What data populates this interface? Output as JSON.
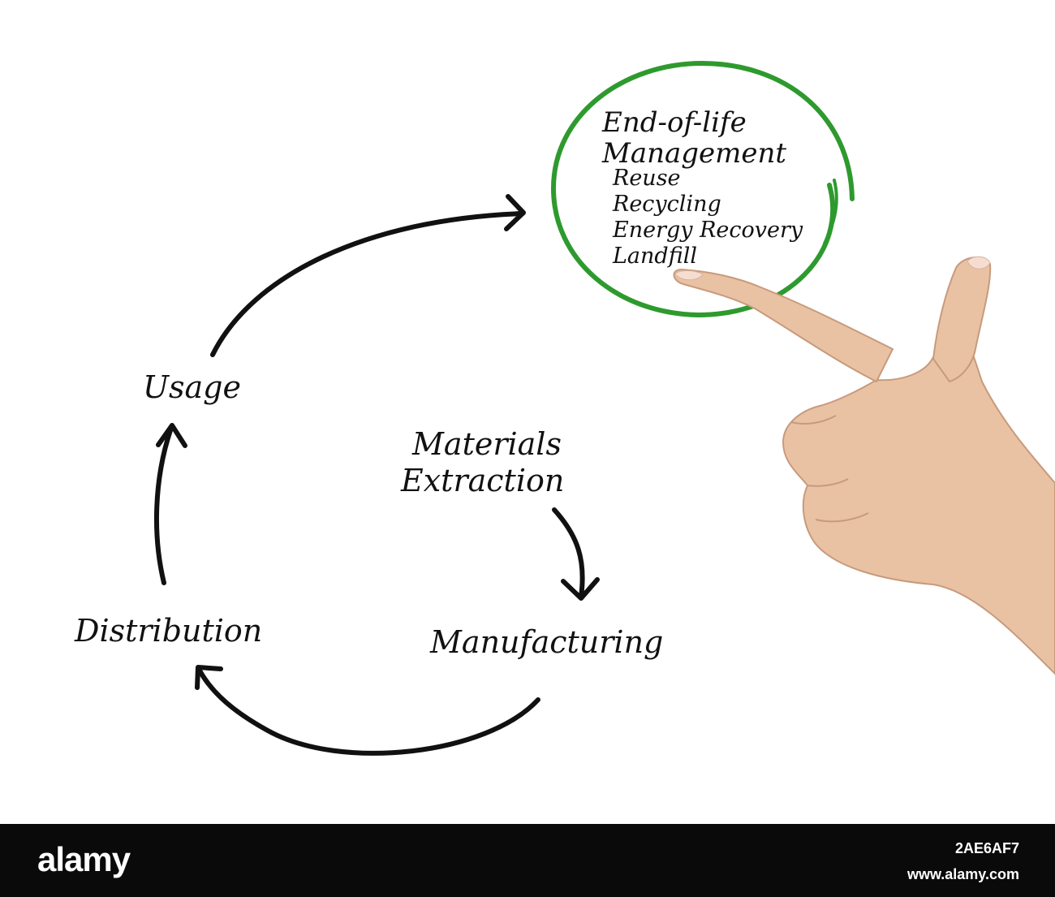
{
  "colors": {
    "background": "#ffffff",
    "ink": "#111111",
    "highlight_circle": "#2e9a2e",
    "footer_bg": "#0a0a0a",
    "footer_text": "#ffffff",
    "skin": "#e9c2a4"
  },
  "diagram": {
    "highlight": {
      "title_line1": "End-of-life",
      "title_line2": "Management",
      "items": [
        "Reuse",
        "Recycling",
        "Energy Recovery",
        "Landfill"
      ]
    },
    "stages": {
      "materials_line1": "Materials",
      "materials_line2": "Extraction",
      "manufacturing": "Manufacturing",
      "distribution": "Distribution",
      "usage": "Usage"
    },
    "pointer": "pointing-hand-icon"
  },
  "footer": {
    "brand": "alamy",
    "image_id": "2AE6AF7",
    "site": "www.alamy.com"
  }
}
